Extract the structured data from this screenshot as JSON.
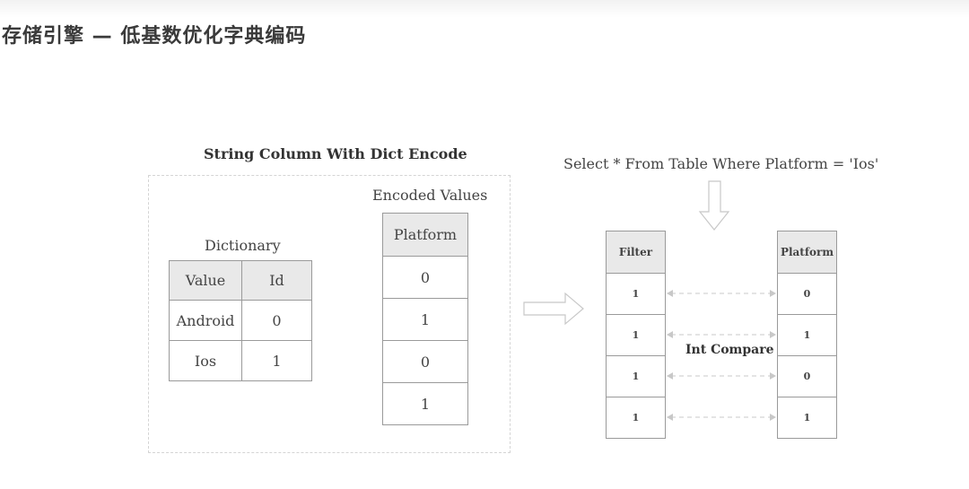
{
  "page": {
    "title": "存储引擎 — 低基数优化字典编码"
  },
  "left": {
    "section_title": "String Column With Dict Encode",
    "dictionary": {
      "caption": "Dictionary",
      "headers": [
        "Value",
        "Id"
      ],
      "rows": [
        [
          "Android",
          "0"
        ],
        [
          "Ios",
          "1"
        ]
      ]
    },
    "encoded": {
      "caption": "Encoded Values",
      "header": "Platform",
      "values": [
        "0",
        "1",
        "0",
        "1"
      ]
    }
  },
  "right": {
    "query": "Select * From Table Where Platform = 'Ios'",
    "filter": {
      "header": "Filter",
      "values": [
        "1",
        "1",
        "1",
        "1"
      ]
    },
    "platform": {
      "header": "Platform",
      "values": [
        "0",
        "1",
        "0",
        "1"
      ]
    },
    "compare_label": "Int Compare"
  },
  "colors": {
    "border": "#9a9a9a",
    "header_fill": "#e9e9e9",
    "arrow": "#c8c8c8"
  },
  "icons": {
    "right_arrow": "hollow-right-arrow-icon",
    "down_arrow": "hollow-down-arrow-icon",
    "compare": "dashed-double-arrow-icon"
  }
}
